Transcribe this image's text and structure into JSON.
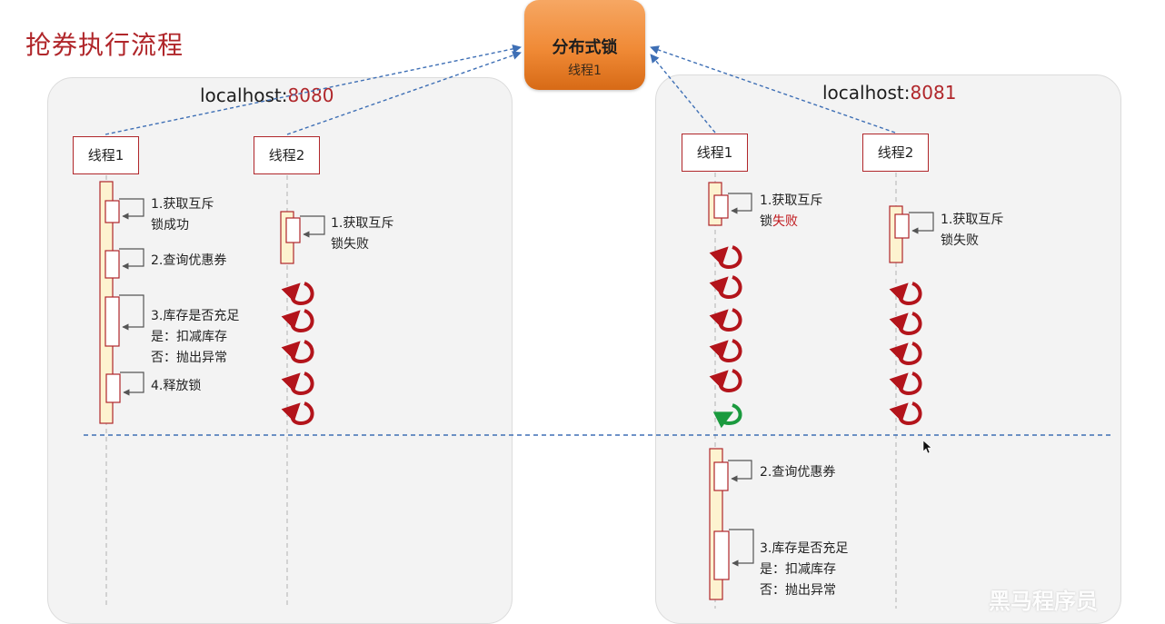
{
  "title": "抢券执行流程",
  "lock": {
    "label": "分布式锁",
    "holder": "线程1"
  },
  "servers": [
    {
      "host_prefix": "localhost:",
      "host_port": "8080",
      "threads": [
        "线程1",
        "线程2"
      ],
      "steps_t1": [
        "1.获取互斥",
        "锁成功",
        "2.查询优惠券",
        "3.库存是否充足",
        "是：扣减库存",
        "否：抛出异常",
        "4.释放锁"
      ],
      "steps_t2": [
        "1.获取互斥",
        "锁失败"
      ]
    },
    {
      "host_prefix": "localhost:",
      "host_port": "8081",
      "threads": [
        "线程1",
        "线程2"
      ],
      "steps_t1_line1": "1.获取互斥",
      "steps_t1_line2a": "锁",
      "steps_t1_line2b": "失败",
      "steps_t2": [
        "1.获取互斥",
        "锁失败"
      ],
      "steps_t1_after": [
        "2.查询优惠券",
        "3.库存是否充足",
        "是：扣减库存",
        "否：抛出异常"
      ]
    }
  ],
  "watermark": "黑马程序员",
  "colors": {
    "accent_red": "#b0262a",
    "retry_red": "#b3141b",
    "retry_green": "#1a9a3e",
    "dash_blue": "#3e6fb5"
  }
}
